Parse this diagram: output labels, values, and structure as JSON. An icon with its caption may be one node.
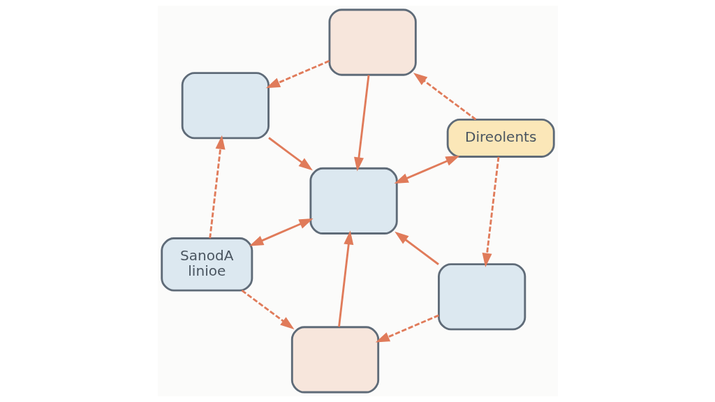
{
  "diagram": {
    "nodes": [
      {
        "text": [],
        "shape": "box"
      },
      {
        "text": [
          "Direolents"
        ]
      },
      {
        "text": [],
        "shape": "box"
      },
      {
        "text": [],
        "shape": "box"
      },
      {
        "text": [],
        "shape": "box"
      },
      {
        "text": [],
        "shape": "box"
      },
      {
        "text": [
          "SanodA",
          "linioe"
        ]
      }
    ],
    "edges": [
      {
        "from": 1,
        "to": 0,
        "arrow": "both"
      },
      {
        "from": 2,
        "to": 0,
        "arrow": "to"
      },
      {
        "from": 3,
        "to": 0,
        "arrow": "to"
      },
      {
        "from": 4,
        "to": 0,
        "arrow": "to"
      },
      {
        "from": 5,
        "to": 0,
        "arrow": "to"
      },
      {
        "from": 0,
        "to": 6,
        "arrow": "both"
      },
      {
        "from": 1,
        "to": 2,
        "arrow": "to",
        "style": "dashed"
      },
      {
        "from": 1,
        "to": 3,
        "arrow": "to",
        "style": "dashed"
      },
      {
        "from": 2,
        "to": 4,
        "arrow": "to",
        "style": "dashed"
      },
      {
        "from": 3,
        "to": 5,
        "arrow": "to",
        "style": "dashed"
      },
      {
        "from": 6,
        "to": 4,
        "arrow": "to",
        "style": "dashed"
      },
      {
        "from": 6,
        "to": 5,
        "arrow": "to",
        "style": "dashed"
      }
    ]
  }
}
